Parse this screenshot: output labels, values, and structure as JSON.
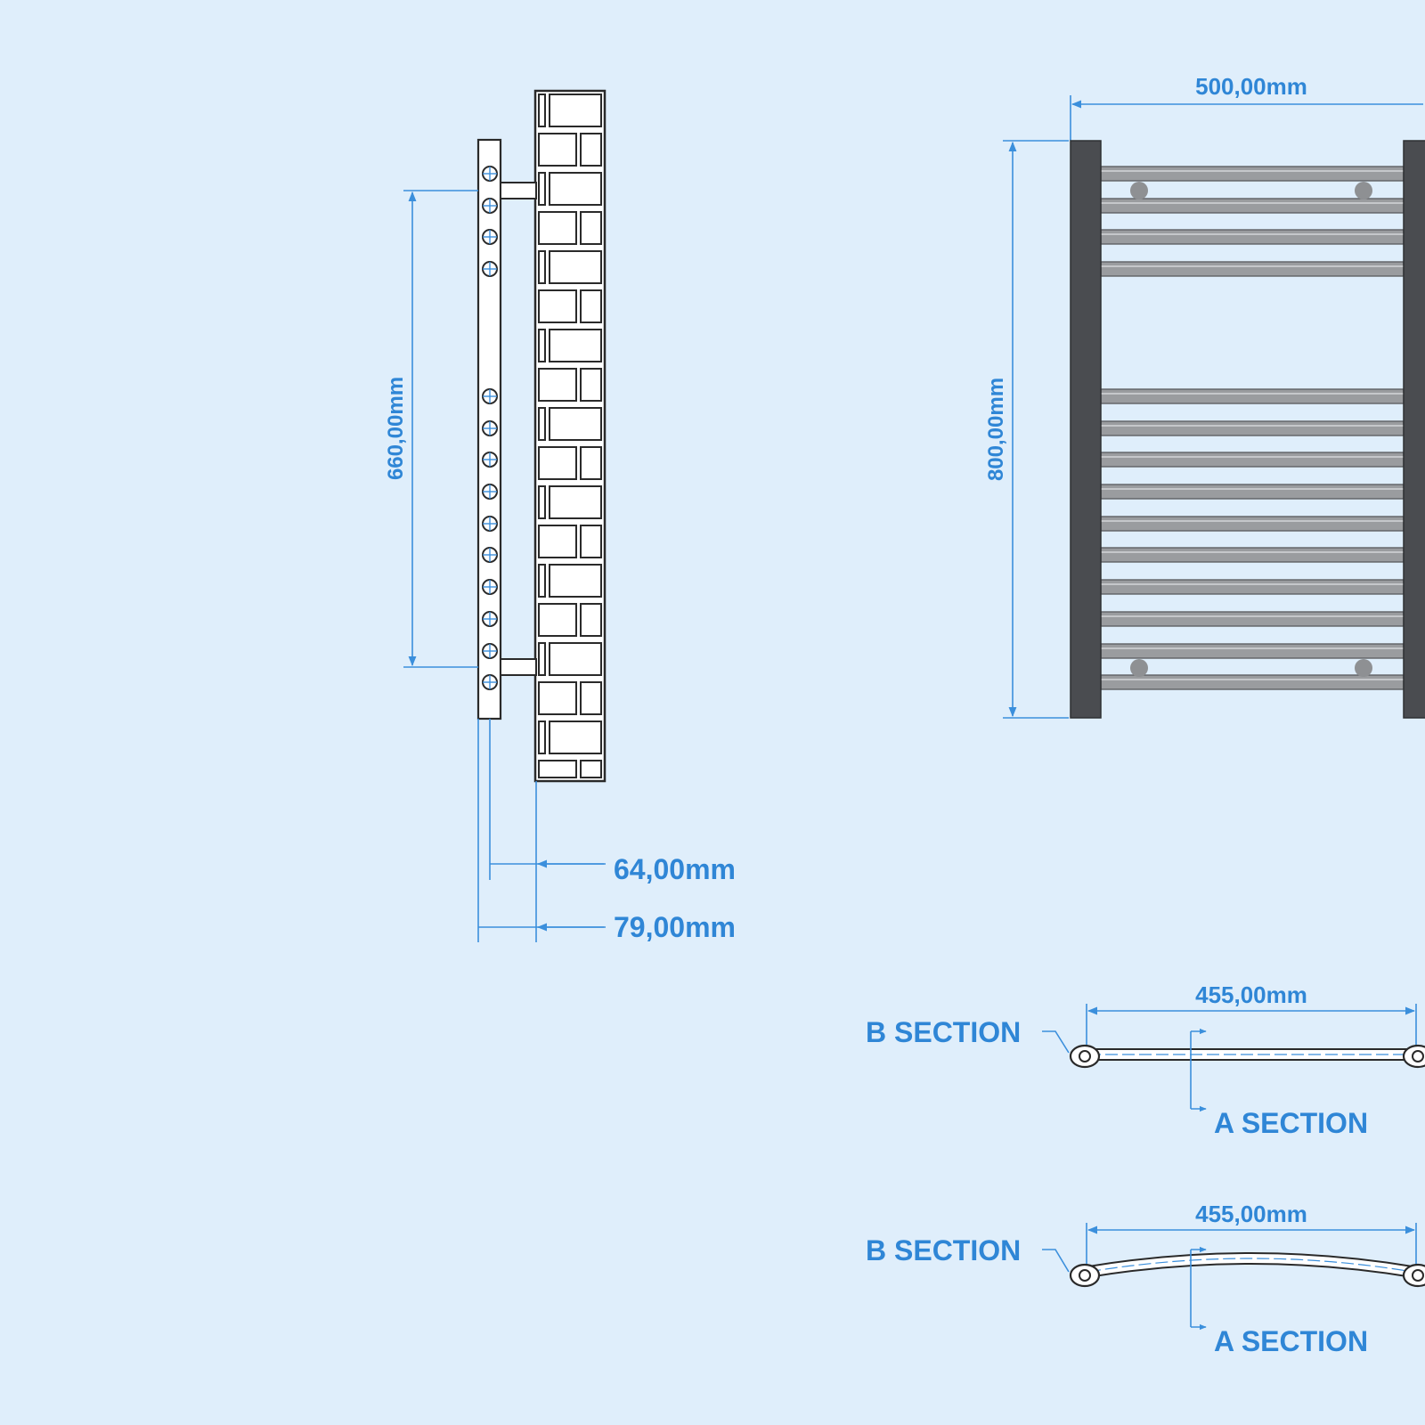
{
  "side_view": {
    "height_label": "660,00mm",
    "depth_inner_label": "64,00mm",
    "depth_outer_label": "79,00mm"
  },
  "front_view": {
    "width_label": "500,00mm",
    "height_label": "800,00mm"
  },
  "section_straight": {
    "width_label": "455,00mm",
    "b_label": "B SECTION",
    "a_label": "A SECTION"
  },
  "section_curved": {
    "width_label": "455,00mm",
    "b_label": "B SECTION",
    "a_label": "A SECTION"
  },
  "colors": {
    "background": "#dfeefb",
    "dimension": "#2f86d6",
    "rail": "#4a4c50",
    "bar": "#9a9c9f"
  }
}
